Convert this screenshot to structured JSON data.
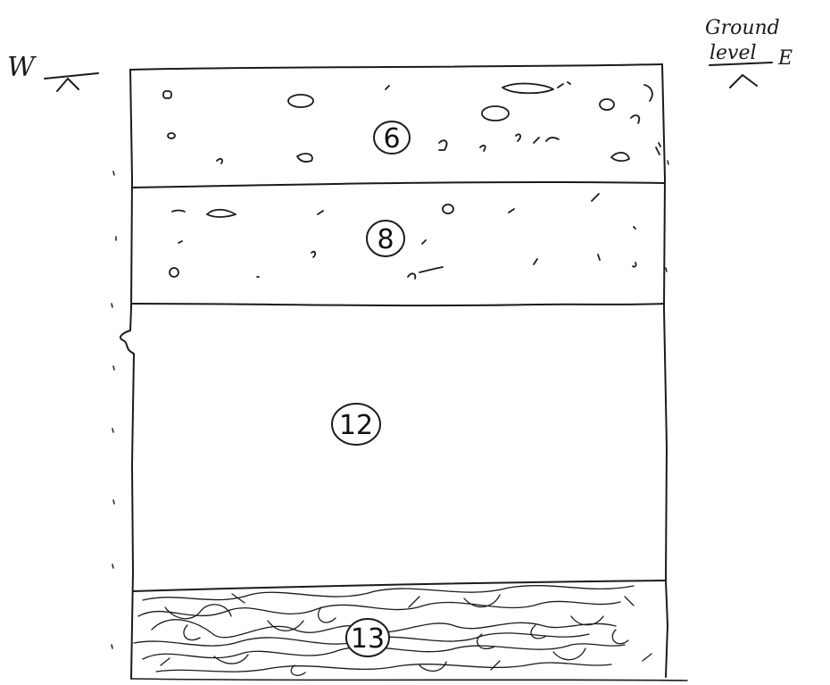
{
  "diagram": {
    "left_label": "W",
    "ground_label_line1": "Ground",
    "ground_label_line2": "level",
    "ground_label_suffix": "E",
    "layers": [
      {
        "number": "6",
        "fill": "gravel"
      },
      {
        "number": "8",
        "fill": "gravel-sparse"
      },
      {
        "number": "12",
        "fill": "plain"
      },
      {
        "number": "13",
        "fill": "scribble"
      }
    ]
  }
}
